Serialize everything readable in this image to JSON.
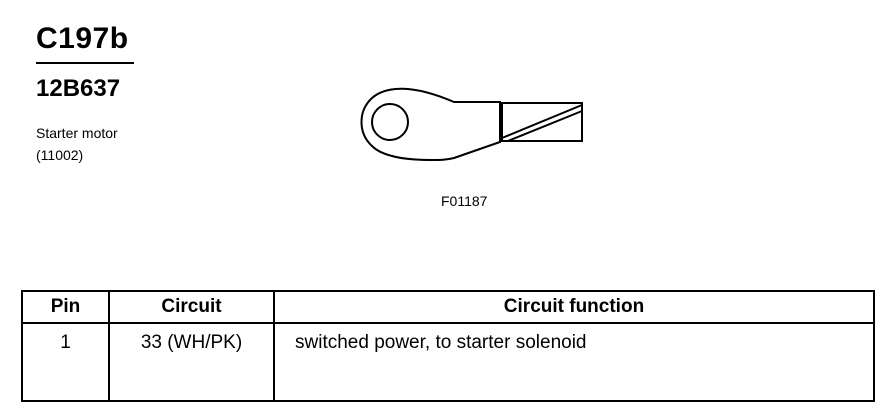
{
  "connector": {
    "id": "C197b",
    "part_number": "12B637",
    "component_name": "Starter motor",
    "component_code": "(11002)"
  },
  "figure": {
    "code": "F01187"
  },
  "pin_table": {
    "headers": [
      "Pin",
      "Circuit",
      "Circuit function"
    ],
    "rows": [
      {
        "pin": "1",
        "circuit": "33 (WH/PK)",
        "function": "switched power, to starter solenoid"
      }
    ]
  }
}
